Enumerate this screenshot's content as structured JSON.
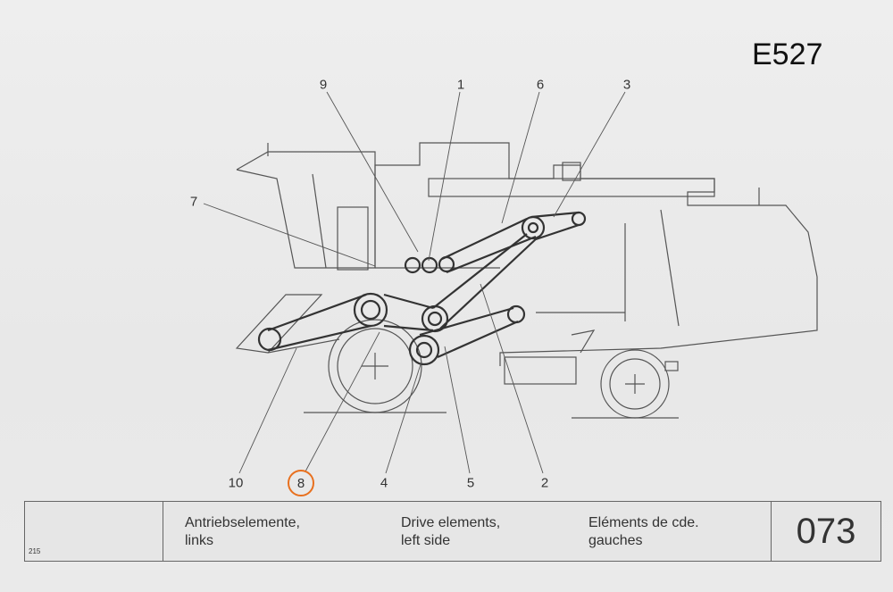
{
  "document_code": "E527",
  "callouts": {
    "c9": "9",
    "c1": "1",
    "c6": "6",
    "c3": "3",
    "c7": "7",
    "c10": "10",
    "c8": "8",
    "c4": "4",
    "c5": "5",
    "c2": "2"
  },
  "highlight_color": "#e8701e",
  "footer": {
    "sheet_number": "215",
    "german_line1": "Antriebselemente,",
    "german_line2": "links",
    "english_line1": "Drive elements,",
    "english_line2": "left side",
    "french_line1": "Eléments de cde.",
    "french_line2": "gauches",
    "page_number": "073"
  }
}
